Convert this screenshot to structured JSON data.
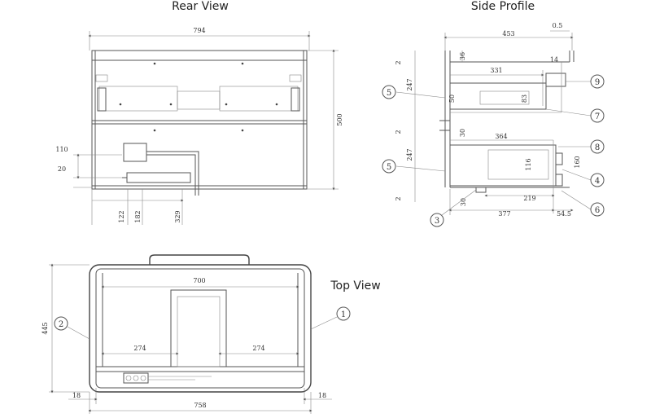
{
  "views": {
    "rear": "Rear View",
    "side": "Side Profile",
    "top": "Top View"
  },
  "rear_dims": {
    "width": "794",
    "height": "500",
    "d110": "110",
    "d20": "20",
    "d122": "122",
    "d182": "182",
    "d329": "329"
  },
  "side_dims": {
    "d453": "453",
    "d0_5": "0.5",
    "d36": "36",
    "d14": "14",
    "d2_top": "2",
    "d247_top": "247",
    "d331": "331",
    "d50": "50",
    "d83": "83",
    "d2_mid": "2",
    "d30_mid": "30",
    "d364": "364",
    "d247_bot": "247",
    "d116": "116",
    "d160": "160",
    "d2_bot": "2",
    "d30_bot": "30",
    "d219": "219",
    "d377": "377",
    "d54_5": "54.5"
  },
  "side_callouts": [
    "5",
    "9",
    "7",
    "8",
    "5",
    "4",
    "6",
    "3"
  ],
  "top_dims": {
    "d700": "700",
    "d274_left": "274",
    "d274_right": "274",
    "d445": "445",
    "d18_left": "18",
    "d18_right": "18",
    "d758": "758"
  },
  "top_callouts": [
    "1",
    "2"
  ]
}
